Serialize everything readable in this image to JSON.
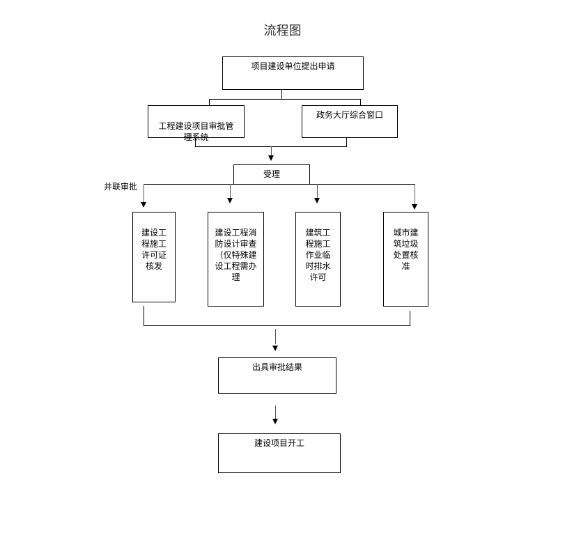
{
  "title": "流程图",
  "nodes": {
    "apply": "项目建设单位提出申请",
    "system": "工程建设项目审批管理系统",
    "window": "政务大厅综合窗口",
    "accept": "受理",
    "parallel_label": "并联审批",
    "permit": "建设工程施工许可证核发",
    "fire": "建设工程消防设计审查（仅特殊建设工程需办理",
    "drain": "建筑工程施工作业临时排水许可",
    "waste": "城市建筑垃圾处置核准",
    "result": "出具审批结果",
    "start": "建设项目开工"
  },
  "node_lines": {
    "system": "工程建设项目审批管\n理系统",
    "permit": "建设工\n程施工\n许可证\n核发",
    "fire": "建设工程消\n防设计审查\n（仅特殊建\n设工程需办\n理",
    "drain": "建筑工\n程施工\n作业临\n时排水\n许可",
    "waste": "城市建\n筑垃圾\n处置核\n准"
  }
}
